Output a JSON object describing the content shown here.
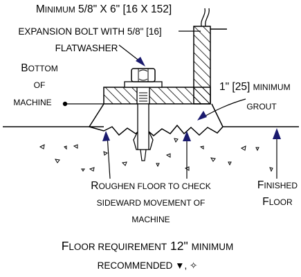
{
  "bolt_label": {
    "line1_cap": "M",
    "line1_rest": "INIMUM",
    "line1_dims": " 5/8\" X 6\" [16 X 152]",
    "line2": "EXPANSION BOLT WITH 5/8\" [16]",
    "line3": "FLATWASHER"
  },
  "machine_label": {
    "line1_cap": "B",
    "line1_rest": "OTTOM",
    "line2": "OF",
    "line3": "MACHINE"
  },
  "grout_label": {
    "line1_num": "1\" [25] ",
    "line1_rest": "MINIMUM",
    "line2": "GROUT"
  },
  "roughen_label": {
    "line1_cap": "R",
    "line1_rest": "OUGHEN FLOOR TO CHECK",
    "line2": "SIDEWARD MOVEMENT OF",
    "line3": "MACHINE"
  },
  "finished_label": {
    "line1_cap": "F",
    "line1_rest": "INISHED",
    "line2_cap": "F",
    "line2_rest": "LOOR"
  },
  "requirement": {
    "line1_cap": "F",
    "line1_rest": "LOOR REQUIREMENT",
    "line1_num": " 12\" ",
    "line1_end": "MINIMUM",
    "line2": "RECOMMENDED ▼, ✧"
  },
  "colors": {
    "arrow": "#1a1a6e",
    "line": "#000000"
  }
}
